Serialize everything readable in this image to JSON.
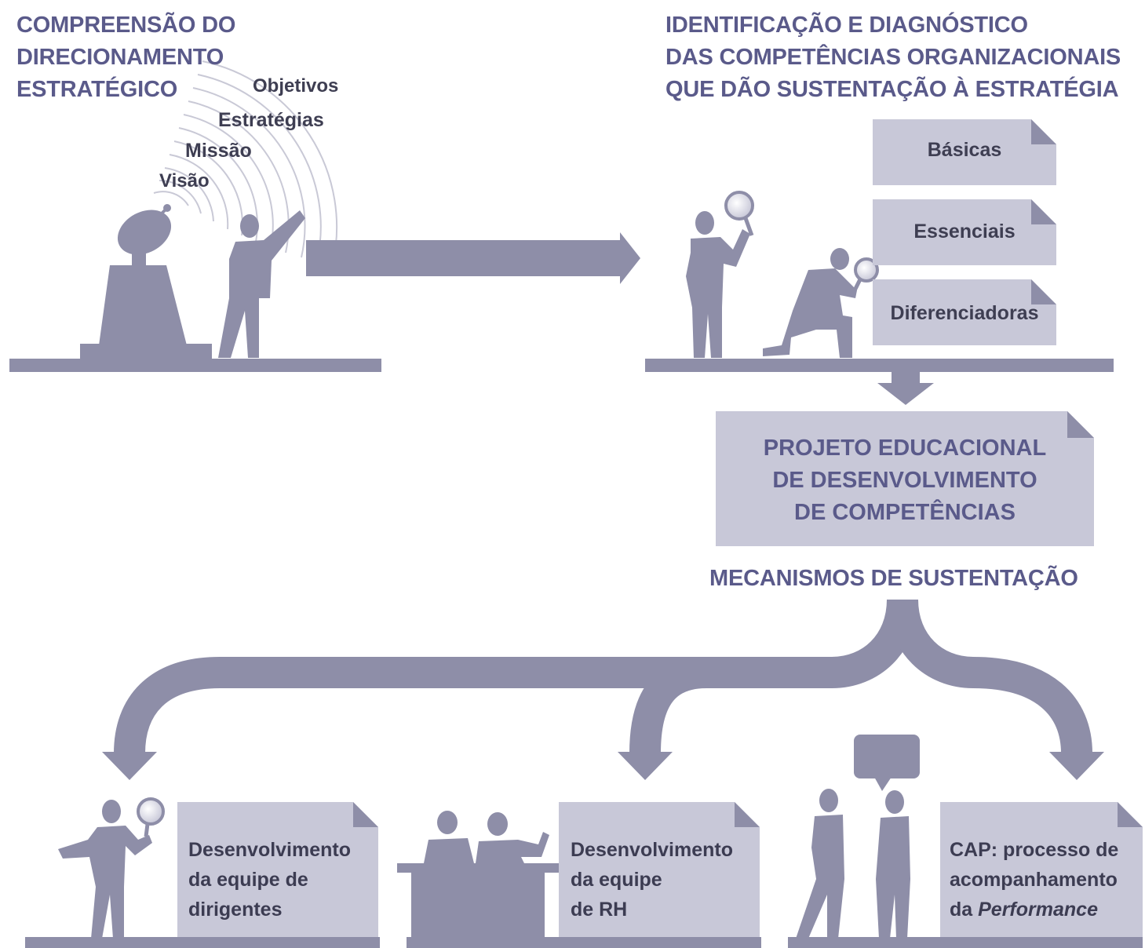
{
  "palette": {
    "figure": "#8e8ea8",
    "card": "#c8c8d8",
    "card_fold": "#8e8ea8",
    "heading_text": "#5a5a8a",
    "label_text": "#3e3e52",
    "background": "#ffffff"
  },
  "icons": [
    "satellite-dish-icon",
    "pointing-person-icon",
    "person-with-magnifier-icon",
    "kneeling-person-with-magnifier-icon",
    "seated-meeting-icon",
    "talking-people-icon",
    "speech-bubble-icon"
  ],
  "strategy": {
    "heading": [
      "COMPREENSÃO DO",
      "DIRECIONAMENTO",
      "ESTRATÉGICO"
    ],
    "waves": [
      "Objetivos",
      "Estratégias",
      "Missão",
      "Visão"
    ]
  },
  "diagnosis": {
    "heading": [
      "IDENTIFICAÇÃO E DIAGNÓSTICO",
      "DAS COMPETÊNCIAS ORGANIZACIONAIS",
      "QUE DÃO SUSTENTAÇÃO À ESTRATÉGIA"
    ],
    "competencies": [
      "Básicas",
      "Essenciais",
      "Diferenciadoras"
    ]
  },
  "project": {
    "title": [
      "PROJETO EDUCACIONAL",
      "DE DESENVOLVIMENTO",
      "DE COMPETÊNCIAS"
    ]
  },
  "mechanisms": {
    "heading": "MECANISMOS DE SUSTENTAÇÃO",
    "items": [
      {
        "lines": [
          "Desenvolvimento",
          "da equipe de",
          "dirigentes"
        ]
      },
      {
        "lines": [
          "Desenvolvimento",
          "da equipe",
          "de RH"
        ]
      },
      {
        "lines": [
          "CAP: processo de",
          "acompanhamento"
        ],
        "last_prefix": "da ",
        "last_italic": "Performance"
      }
    ]
  }
}
